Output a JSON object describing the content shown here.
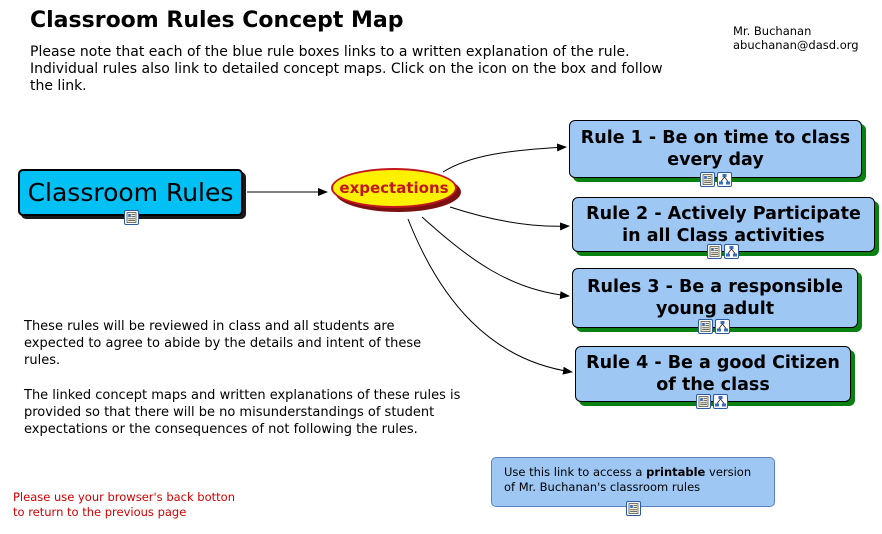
{
  "header": {
    "title": "Classroom Rules Concept Map",
    "intro": "Please note that each of the blue rule boxes links to a written explanation of the rule. Individual rules also link to detailed concept maps. Click on the icon on the box and follow the link.",
    "author_name": "Mr. Buchanan",
    "author_email": "abuchanan@dasd.org"
  },
  "map": {
    "root": "Classroom Rules",
    "linking_phrase": "expectations",
    "rules": [
      {
        "line1": "Rule 1 - Be on time to class",
        "line2": "every day"
      },
      {
        "line1": "Rule 2 - Actively Participate",
        "line2": "in all Class activities"
      },
      {
        "line1": "Rules 3 - Be a responsible",
        "line2": "young adult"
      },
      {
        "line1": "Rule 4 - Be a good Citizen",
        "line2": "of the class"
      }
    ]
  },
  "notes": {
    "paragraph1": "These rules will be reviewed in class and all students are expected to agree to abide by the details and intent of these rules.",
    "paragraph2": "The linked concept maps and written explanations of these rules is provided so that there will be no misunderstandings of student expectations or the consequences of not following the rules."
  },
  "printable": {
    "before": "Use this link to access a ",
    "bold": "printable",
    "after": " version of Mr. Buchanan's classroom rules"
  },
  "back_note": {
    "line1": "Please use your browser's back botton",
    "line2": "to return to the previous page"
  },
  "colors": {
    "root_fill": "#00c0f4",
    "rule_fill": "#9ec7f4",
    "rule_shadow": "#0a7f12",
    "ellipse_fill": "#fdf100",
    "ellipse_text": "#c0161e",
    "note_red": "#d00000"
  },
  "icons": [
    "document-icon",
    "concept-map-icon"
  ]
}
